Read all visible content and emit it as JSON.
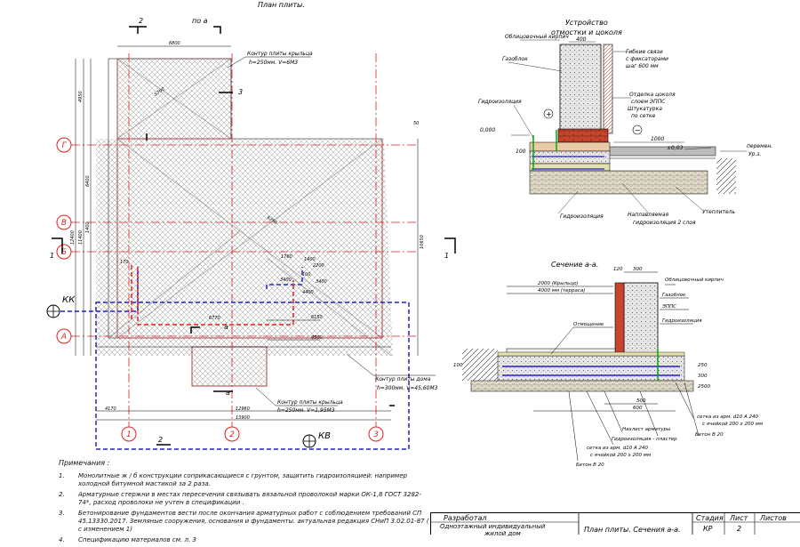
{
  "plan": {
    "title": "План плиты.",
    "section_ref_2": "2",
    "section_ref_po_a": "по а",
    "section_ref_3": "3",
    "section_ref_1": "1",
    "section_ref_a": "а",
    "dims": {
      "top_width": "6800",
      "mid_6770": "6770",
      "mid_4500": "4500",
      "bot_4170": "4170",
      "bot_12960": "12960",
      "bot_13900": "13900",
      "left_4950": "4950",
      "left_6400": "6400",
      "left_1400": "1400",
      "left_11400": "11400",
      "left_12400": "12400",
      "right_10650": "10650",
      "diag_5700": "5700",
      "diag_6280": "6280",
      "small_1760": "1760",
      "small_4400": "4400",
      "small_3400": "3400",
      "small_6150": "6150",
      "small_2200": "2200",
      "small_100": "100",
      "small_1400b": "1400",
      "small_3400b": "3400",
      "right_50": "50",
      "small_170": "170"
    },
    "axes_rows": [
      "Г",
      "В",
      "Б",
      "А"
    ],
    "axes_cols": [
      "1",
      "2",
      "3"
    ],
    "kk_label": "КК",
    "kv_label": "КВ",
    "callout_top": {
      "line1": "Контур плиты крыльца",
      "line2": "h=250мм. V=6М3"
    },
    "callout_house": {
      "line1": "Контур плиты дома",
      "line2": "h=300мм. V=45,60М3"
    },
    "callout_bottom": {
      "line1": "Контур плиты крыльца",
      "line2": "h=250мм. V=1,95М3"
    }
  },
  "detail": {
    "title_line1": "Устройство",
    "title_line2": "отмостки и цоколя",
    "labels": {
      "facing_brick": "Облицовочный кирпич",
      "gasblock": "Газоблок",
      "flex_ties_1": "Гибкие связи",
      "flex_ties_2": "с фиксаторами",
      "flex_ties_3": "шаг 600 мм",
      "plinth_1": "Отделка цоколя",
      "plinth_2": "слоем ЭППС",
      "plinth_3": "Штукатурка",
      "plinth_4": "по сетке",
      "waterproof": "Гидроизоляция",
      "level_0": "0,000",
      "level_003": "±0,03",
      "ground_1": "перемен.",
      "ground_2": "Ур.з.",
      "waterproof_bottom": "Гидроизоляция",
      "fused_1": "Наплавляемая",
      "fused_2": "гидроизоляция 2 слоя",
      "insulation": "Утеплитель",
      "dim_1000": "1000",
      "dim_400": "400",
      "dim_100": "100",
      "plus": "+",
      "minus": "−"
    }
  },
  "section": {
    "title": "Сечение а-а.",
    "labels": {
      "dim_2000": "2000 (Крыльцо)",
      "dim_4000": "4000 мм (терраса)",
      "dim_300": "300",
      "dim_120": "120",
      "facing_brick": "Облицовочный кирпич",
      "blind_area": "Отмощение",
      "gasblock": "Газоблок",
      "epps": "ЭППС",
      "waterproof": "Гидроизоляция",
      "mesh_1a": "сетка из арм. d10 А 240",
      "mesh_1b": "с ячейкой 200 х 200 мм",
      "overlap": "Нахлест арматуры",
      "waterproof_plaster": "Гидроизоляция - пластер",
      "mesh_2a": "сетка из арм. d10 А 240",
      "mesh_2b": "с ячейкой 200 х 200 мм",
      "concrete_1": "Бетон В 20",
      "concrete_2": "Бетон В 20",
      "dim_500": "500",
      "dim_600": "600",
      "dim_100": "100",
      "dim_250": "250",
      "dim_300b": "300",
      "dim_2500": "2500"
    }
  },
  "notes": {
    "title": "Примечания :",
    "items": [
      {
        "n": "1.",
        "text": "Монолитные ж / б конструкции соприкасающиеся с грунтом, защитить гидроизоляцией: например холодной битумной мастикой за 2 раза."
      },
      {
        "n": "2.",
        "text": "Арматурные стержни в местах пересечения связывать вязальной проволокой марки ОК-1,8 ГОСТ 3282-74*, расход проволоки не учтен в спецификации ."
      },
      {
        "n": "3.",
        "text": "Бетонирование фундаментов вести после окончания арматурных работ с соблюдением требований СП 45.13330.2017. Земляные сооружения, основания и фундаменты. актуальная редакция СНиП 3.02.01-87 ( с изменением 1)"
      },
      {
        "n": "4.",
        "text": "Спецификацию материалов см. л. 3"
      }
    ]
  },
  "stamp": {
    "developed": "Разработал",
    "house_1": "Одноэтажный индивидуальный",
    "house_2": "жилой дом",
    "sheet_title": "План плиты. Сечения а-а.",
    "stage_h": "Стадия",
    "sheet_h": "Лист",
    "sheets_h": "Листов",
    "stage": "КР",
    "sheet": "2"
  }
}
